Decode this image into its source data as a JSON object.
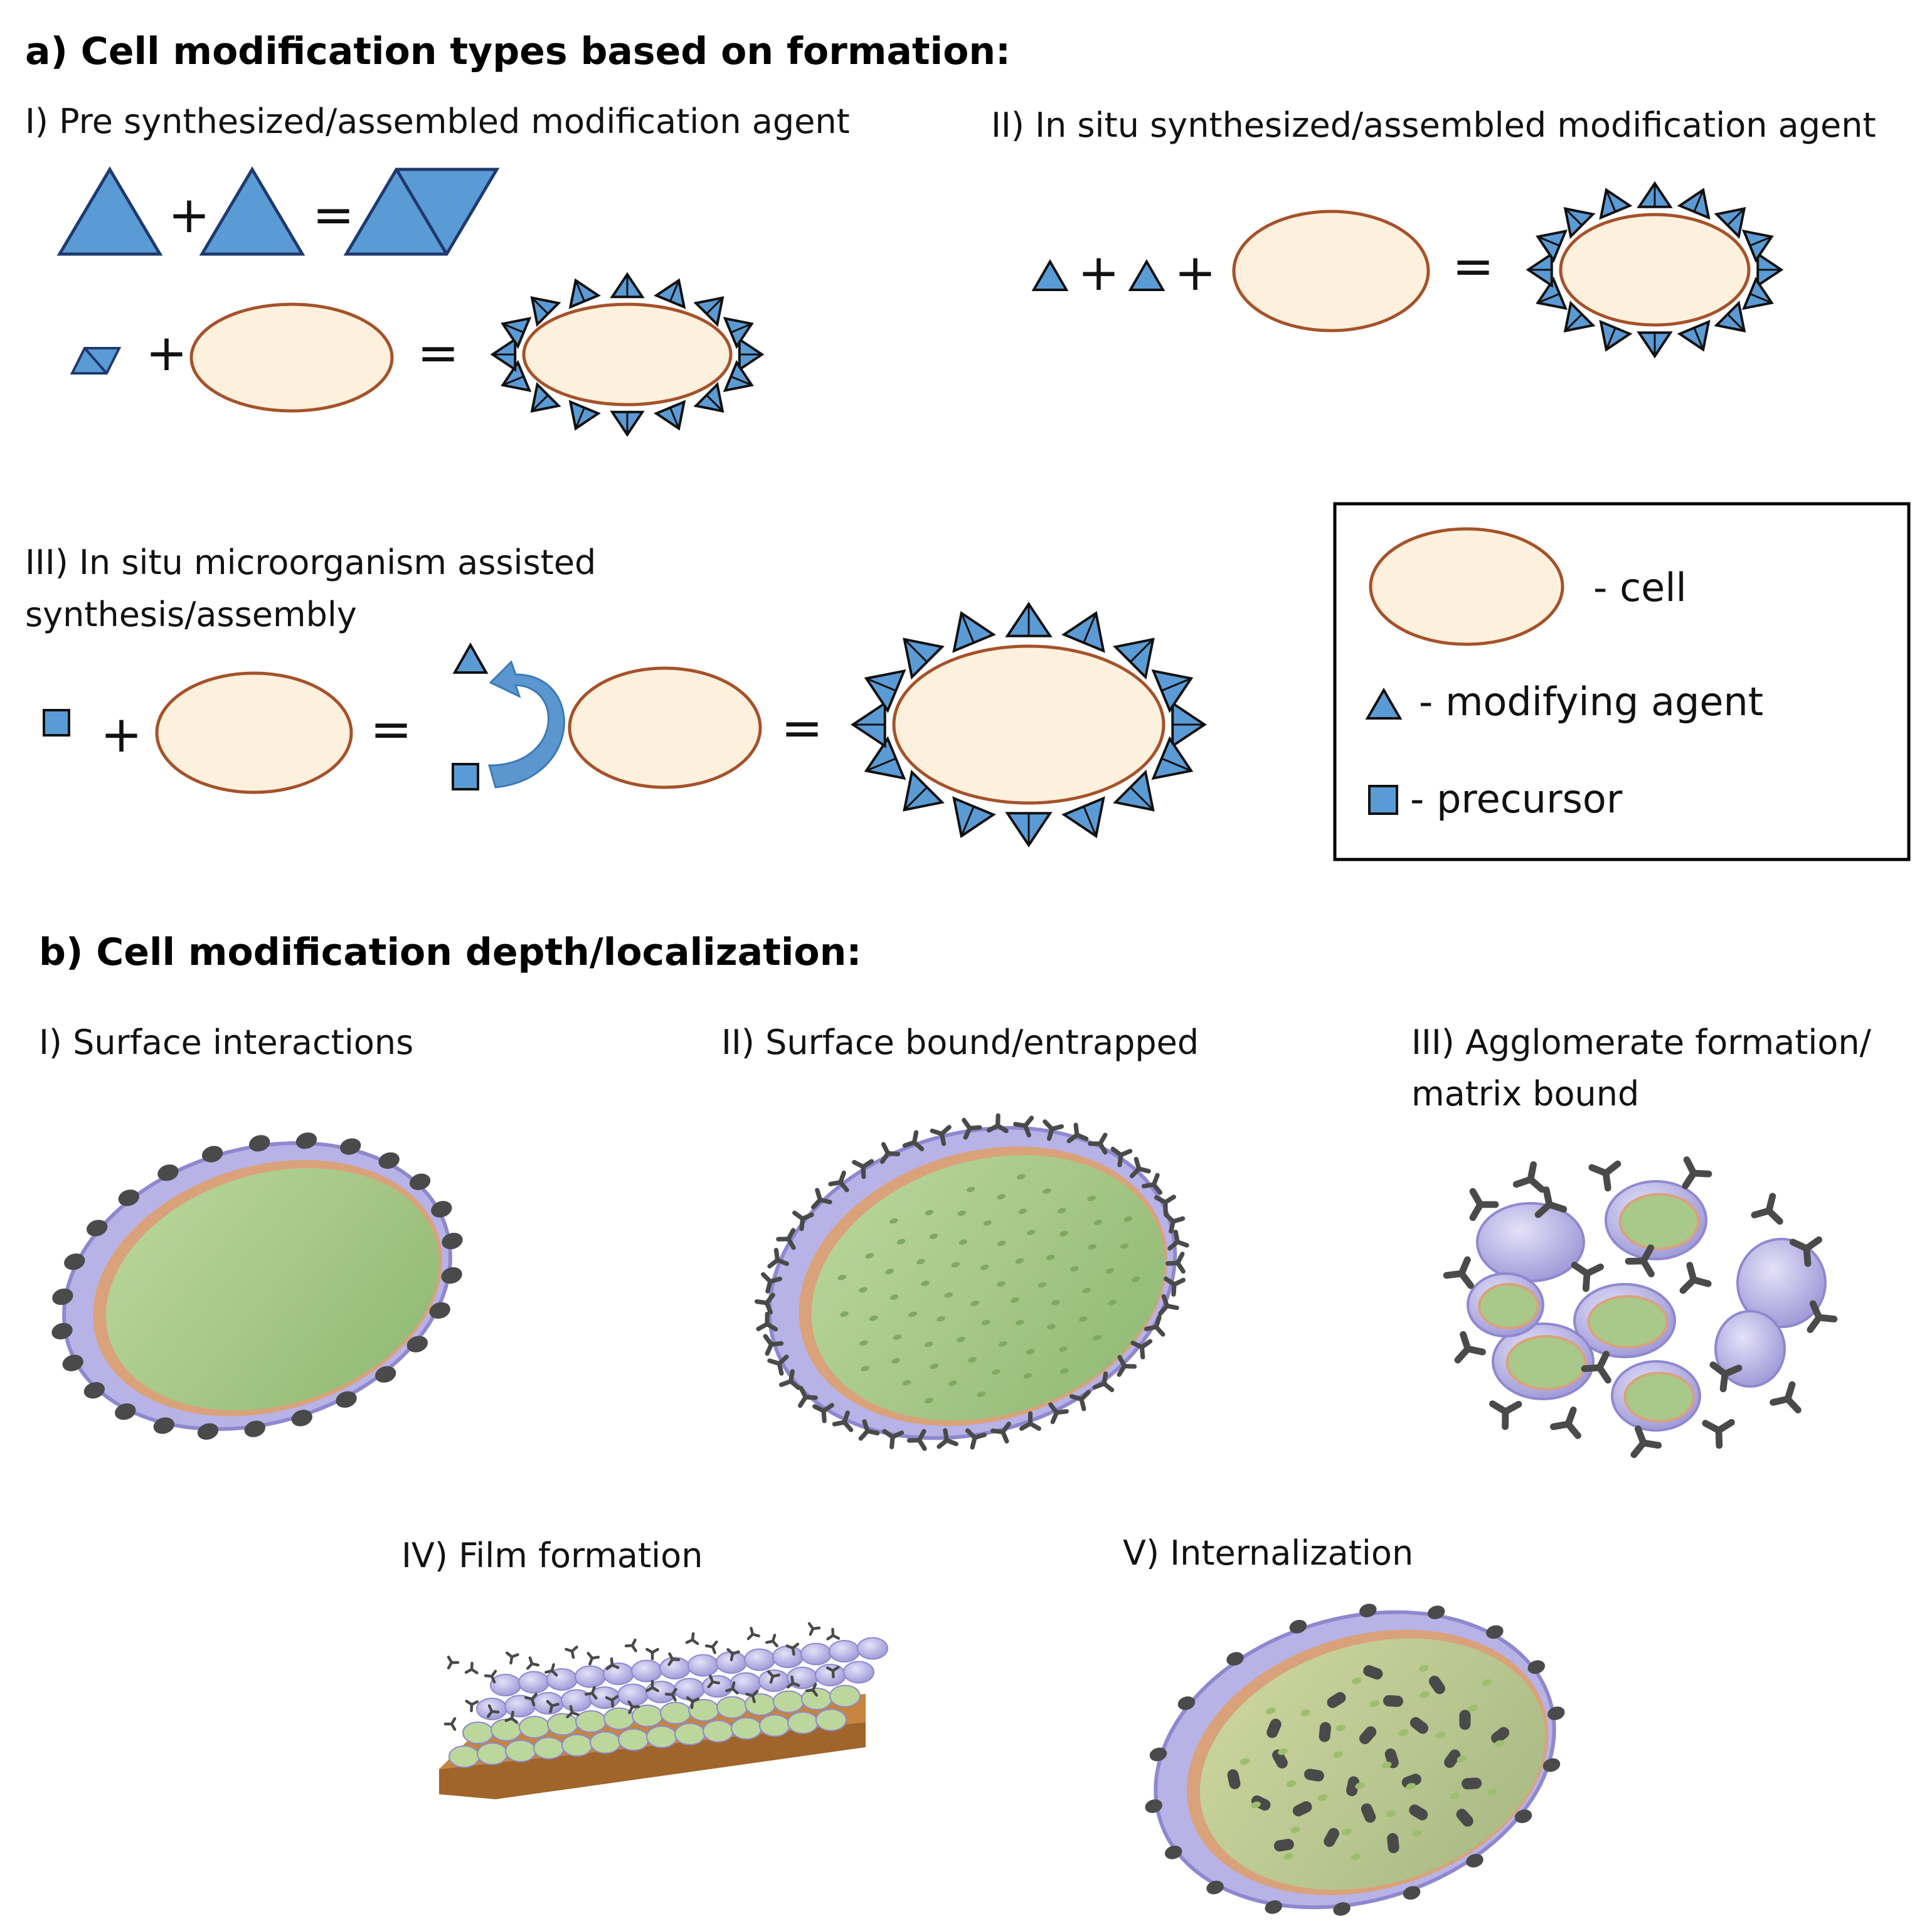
{
  "section_a": {
    "title": "a) Cell modification types based on formation:",
    "type1": {
      "label": "I) Pre synthesized/assembled modification agent"
    },
    "type2": {
      "label": "II) In situ synthesized/assembled modification agent"
    },
    "type3": {
      "label_line1": "III) In situ microorganism assisted",
      "label_line2": "synthesis/assembly"
    },
    "operators": {
      "plus": "+",
      "equals": "="
    }
  },
  "legend": {
    "cell": "- cell",
    "agent": "- modifying agent",
    "precursor": "- precursor"
  },
  "section_b": {
    "title": "b) Cell modification depth/localization:",
    "panels": {
      "p1": "I) Surface interactions",
      "p2": "II) Surface bound/entrapped",
      "p3_line1": "III) Agglomerate formation/",
      "p3_line2": "matrix bound",
      "p4": "IV) Film formation",
      "p5": "V) Internalization"
    }
  },
  "colors": {
    "agent_blue": "#5b9bd5",
    "agent_outline_dark": "#1f3a6e",
    "cell_fill": "#fdf0dc",
    "cell_outline": "#a5522a",
    "membrane": "#b8b3e6",
    "interior": "#a8c98a",
    "particle": "#4a4a4a",
    "substrate": "#c6843f"
  }
}
